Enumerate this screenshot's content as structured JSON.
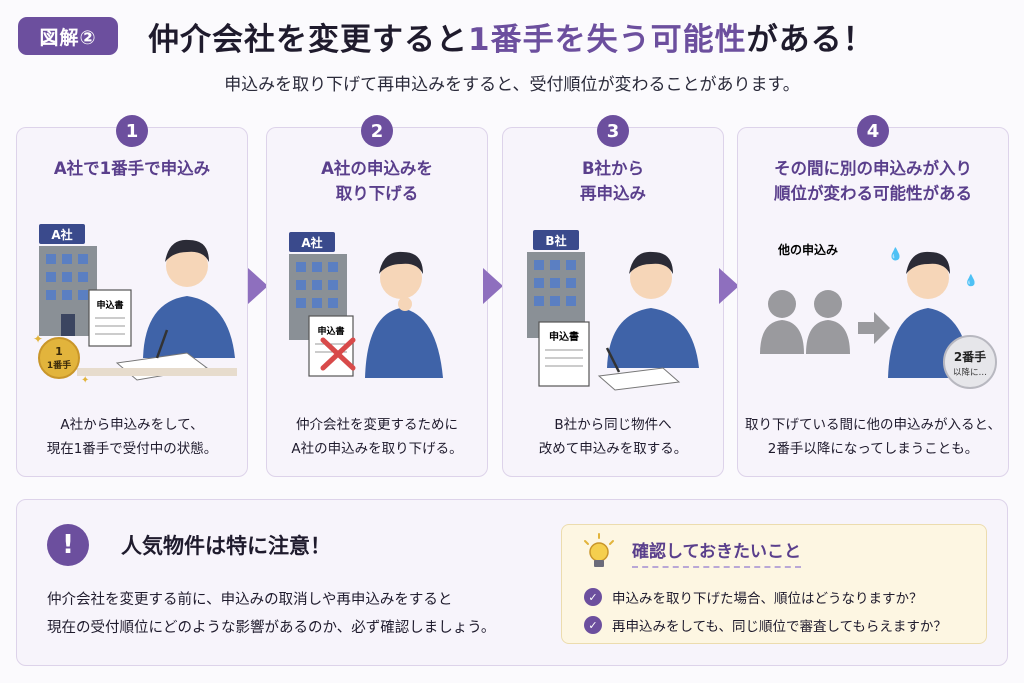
{
  "header": {
    "badge": "図解②",
    "title_pre": "仲介会社を変更すると",
    "title_highlight": "1番手を失う可能性",
    "title_post": "がある！",
    "subtitle": "申込みを取り下げて再申込みをすると、受付順位が変わることがあります。"
  },
  "steps": [
    {
      "num": "1",
      "title_line1": "A社で1番手で申込み",
      "title_line2": "",
      "building_label": "A社",
      "doc_label": "申込書",
      "medal_line1": "1",
      "medal_line2": "1番手",
      "text_line1": "A社から申込みをして、",
      "text_line2": "現在1番手で受付中の状態。"
    },
    {
      "num": "2",
      "title_line1": "A社の申込みを",
      "title_line2": "取り下げる",
      "building_label": "A社",
      "doc_label": "申込書",
      "text_line1": "仲介会社を変更するために",
      "text_line2": "A社の申込みを取り下げる。"
    },
    {
      "num": "3",
      "title_line1": "B社から",
      "title_line2": "再申込み",
      "building_label": "B社",
      "doc_label": "申込書",
      "text_line1": "B社から同じ物件へ",
      "text_line2": "改めて申込みを取する。"
    },
    {
      "num": "4",
      "title_line1": "その間に別の申込みが入り",
      "title_line2": "順位が変わる可能性がある",
      "others_label": "他の申込み",
      "rank_line1": "2番手",
      "rank_line2": "以降に…",
      "text_line1": "取り下げている間に他の申込みが入ると、",
      "text_line2": "2番手以降になってしまうことも。"
    }
  ],
  "note": {
    "icon": "!",
    "title": "人気物件は特に注意！",
    "text_line1": "仲介会社を変更する前に、申込みの取消しや再申込みをすると",
    "text_line2": "現在の受付順位にどのような影響があるのか、必ず確認しましょう。"
  },
  "checklist": {
    "icon": "lightbulb-icon",
    "title": "確認しておきたいこと",
    "items": [
      "申込みを取り下げた場合、順位はどうなりますか？",
      "再申込みをしても、同じ順位で審査してもらえますか？"
    ]
  },
  "colors": {
    "accent": "#6c4f9e",
    "card_bg": "#f7f4fb",
    "person_shirt": "#3f63a8",
    "cross": "#d84a4a",
    "medal": "#e2b43c"
  }
}
